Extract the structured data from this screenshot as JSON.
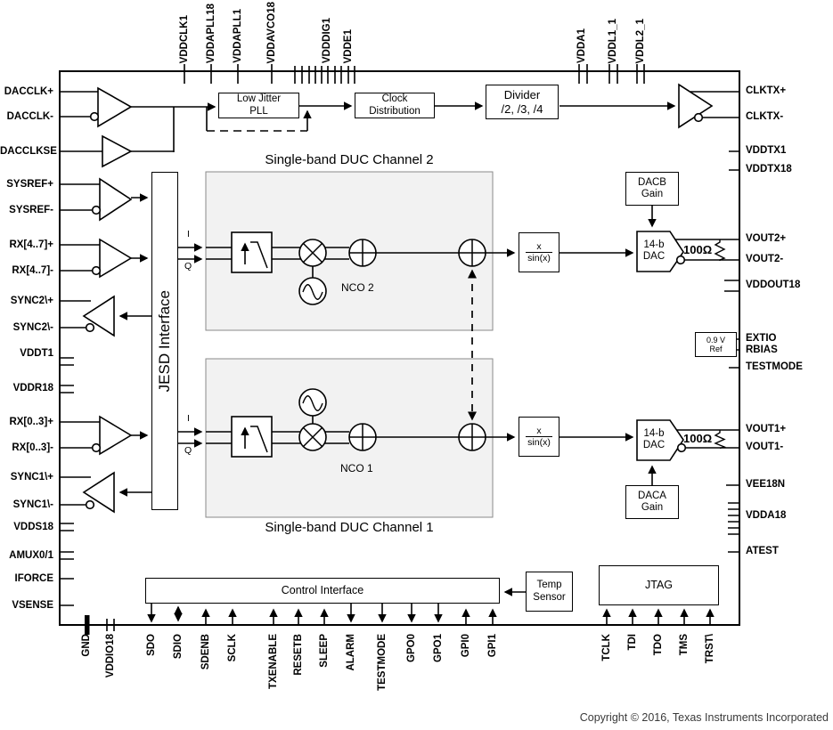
{
  "top_pins": [
    "VDDCLK1",
    "VDDAPLL18",
    "VDDAPLL1",
    "VDDAVCO18",
    "VDDDIG1",
    "VDDE1",
    "VDDA1",
    "VDDL1_1",
    "VDDL2_1"
  ],
  "left_pins": [
    "DACCLK+",
    "DACCLK-",
    "DACCLKSE",
    "SYSREF+",
    "SYSREF-",
    "RX[4..7]+",
    "RX[4..7]-",
    "SYNC2\\+",
    "SYNC2\\-",
    "VDDT1",
    "VDDR18",
    "RX[0..3]+",
    "RX[0..3]-",
    "SYNC1\\+",
    "SYNC1\\-",
    "VDDS18",
    "AMUX0/1",
    "IFORCE",
    "VSENSE"
  ],
  "right_pins": [
    "CLKTX+",
    "CLKTX-",
    "VDDTX1",
    "VDDTX18",
    "VOUT2+",
    "VOUT2-",
    "VDDOUT18",
    "EXTIO",
    "RBIAS",
    "TESTMODE",
    "VOUT1+",
    "VOUT1-",
    "VEE18N",
    "VDDA18",
    "ATEST"
  ],
  "bottom_pins": [
    "GND",
    "VDDIO18",
    "SDO",
    "SDIO",
    "SDENB",
    "SCLK",
    "TXENABLE",
    "RESETB",
    "SLEEP",
    "ALARM",
    "TESTMODE",
    "GPO0",
    "GPO1",
    "GPI0",
    "GPI1"
  ],
  "jtag_pins": [
    "TCLK",
    "TDI",
    "TDO",
    "TMS",
    "TRST\\"
  ],
  "blocks": {
    "pll": {
      "line1": "Low Jitter",
      "line2": "PLL"
    },
    "clock_distribution": {
      "line1": "Clock",
      "line2": "Distribution"
    },
    "divider": {
      "line1": "Divider",
      "line2": "/2, /3, /4"
    },
    "jesd": {
      "label": "JESD Interface"
    },
    "duc2": {
      "title": "Single-band DUC Channel 2",
      "nco": "NCO 2"
    },
    "duc1": {
      "title": "Single-band DUC Channel 1",
      "nco": "NCO 1"
    },
    "sinc": {
      "numerator": "x",
      "denominator": "sin(x)"
    },
    "dac": {
      "line1": "14-b",
      "line2": "DAC"
    },
    "dacb_gain": {
      "line1": "DACB",
      "line2": "Gain"
    },
    "daca_gain": {
      "line1": "DACA",
      "line2": "Gain"
    },
    "ref": {
      "line1": "0.9 V",
      "line2": "Ref"
    },
    "control": {
      "label": "Control Interface"
    },
    "temp": {
      "line1": "Temp",
      "line2": "Sensor"
    },
    "jtag": {
      "label": "JTAG"
    },
    "resistor": {
      "label": "100Ω"
    },
    "iq": {
      "i": "I",
      "q": "Q"
    }
  },
  "footer": {
    "copyright": "Copyright © 2016, Texas Instruments Incorporated"
  },
  "colors": {
    "line": "#000000",
    "duc_fill": "#f2f2f2",
    "duc_border": "#8a8a8a"
  }
}
